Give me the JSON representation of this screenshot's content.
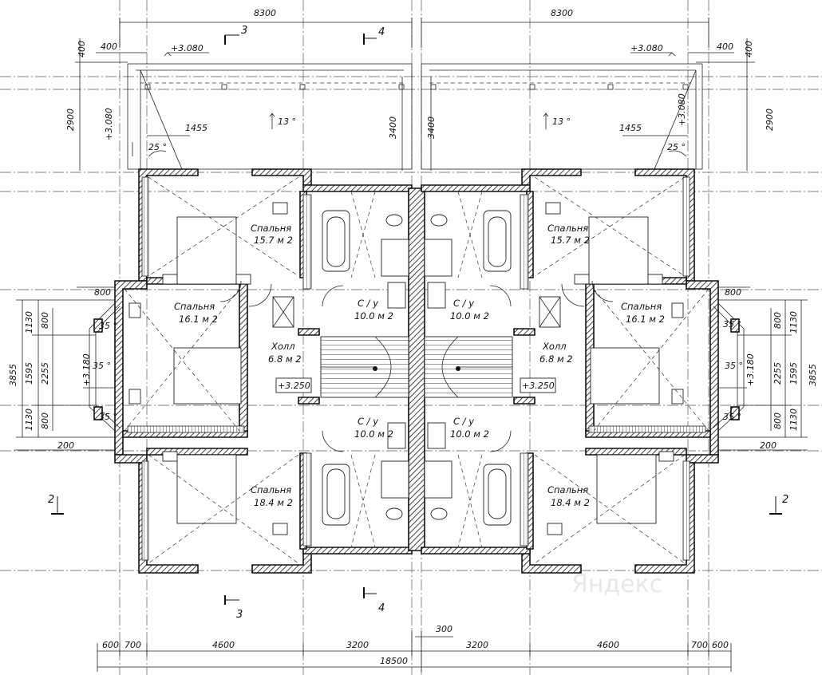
{
  "top_dims": {
    "left_total": "8300",
    "right_total": "8300",
    "left_400": "400",
    "right_400": "400",
    "left_400_v": "400",
    "right_400_v": "400",
    "left_2900": "2900",
    "right_2900": "2900",
    "left_3400": "3400",
    "right_3400": "3400",
    "left_1455": "1455",
    "right_1455": "1455"
  },
  "levels": {
    "top_left": "+3.080",
    "top_right": "+3.080",
    "left_roof": "+3.080",
    "right_roof": "+3.080",
    "left_mid": "+3.180",
    "right_mid": "+3.180",
    "left_hall": "+3.250",
    "right_hall": "+3.250"
  },
  "angles": {
    "slope_left": "13 °",
    "slope_right": "13 °",
    "roof_left": "25 °",
    "roof_right": "25 °",
    "bay_left_top": "35 °",
    "bay_left_mid": "35 °",
    "bay_left_bot": "35 °",
    "bay_right_top": "35 °",
    "bay_right_mid": "35 °",
    "bay_right_bot": "35 °"
  },
  "sections": {
    "s3_top": "3",
    "s4_top": "4",
    "s3_bottom": "3",
    "s4_bottom": "4",
    "s2_left": "2",
    "s2_right": "2"
  },
  "side_dims": {
    "l_800_a": "800",
    "l_800_b": "800",
    "l_800_c": "800",
    "l_1130_a": "1130",
    "l_1130_b": "1130",
    "l_1595": "1595",
    "l_2255": "2255",
    "l_3855": "3855",
    "l_200": "200",
    "r_800_a": "800",
    "r_800_b": "800",
    "r_800_c": "800",
    "r_1130_a": "1130",
    "r_1130_b": "1130",
    "r_1595": "1595",
    "r_2255": "2255",
    "r_3855": "3855",
    "r_200": "200"
  },
  "bottom_dims": {
    "d600a": "600",
    "d700a": "700",
    "d4600a": "4600",
    "d3200a": "3200",
    "d300": "300",
    "d3200b": "3200",
    "d4600b": "4600",
    "d700b": "700",
    "d600b": "600",
    "total": "18500"
  },
  "rooms": {
    "bed1_l_name": "Спальня",
    "bed1_l_area": "15.7 м 2",
    "bed2_l_name": "Спальня",
    "bed2_l_area": "16.1 м 2",
    "bed3_l_name": "Спальня",
    "bed3_l_area": "18.4 м 2",
    "hall_l_name": "Холл",
    "hall_l_area": "6.8 м 2",
    "wc1_l_name": "С / у",
    "wc1_l_area": "10.0 м 2",
    "wc2_l_name": "С / у",
    "wc2_l_area": "10.0 м 2",
    "bed1_r_name": "Спальня",
    "bed1_r_area": "15.7 м 2",
    "bed2_r_name": "Спальня",
    "bed2_r_area": "16.1 м 2",
    "bed3_r_name": "Спальня",
    "bed3_r_area": "18.4 м 2",
    "hall_r_name": "Холл",
    "hall_r_area": "6.8 м 2",
    "wc1_r_name": "С / у",
    "wc1_r_area": "10.0 м 2",
    "wc2_r_name": "С / у",
    "wc2_r_area": "10.0 м 2"
  },
  "watermark": "Яндекс"
}
